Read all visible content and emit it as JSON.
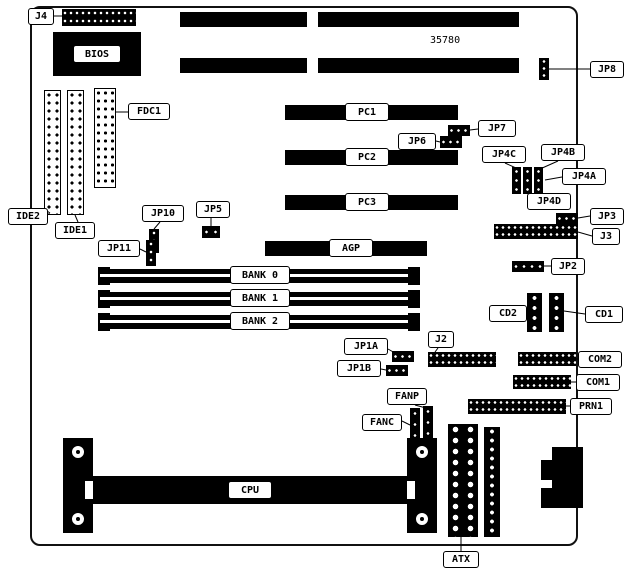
{
  "diagram": {
    "part_number": "35780",
    "labels": {
      "j4": "J4",
      "bios": "BIOS",
      "jp8": "JP8",
      "fdc1": "FDC1",
      "ide2": "IDE2",
      "ide1": "IDE1",
      "pc1": "PC1",
      "pc2": "PC2",
      "pc3": "PC3",
      "jp7": "JP7",
      "jp6": "JP6",
      "jp4c": "JP4C",
      "jp4b": "JP4B",
      "jp4a": "JP4A",
      "jp4d": "JP4D",
      "jp3": "JP3",
      "j3": "J3",
      "jp10": "JP10",
      "jp5": "JP5",
      "jp11": "JP11",
      "agp": "AGP",
      "jp2": "JP2",
      "bank0": "BANK 0",
      "bank1": "BANK 1",
      "bank2": "BANK 2",
      "cd2": "CD2",
      "cd1": "CD1",
      "j2": "J2",
      "jp1a": "JP1A",
      "jp1b": "JP1B",
      "com2": "COM2",
      "com1": "COM1",
      "prn1": "PRN1",
      "fanp": "FANP",
      "fanc": "FANC",
      "cpu": "CPU",
      "atx": "ATX"
    }
  }
}
